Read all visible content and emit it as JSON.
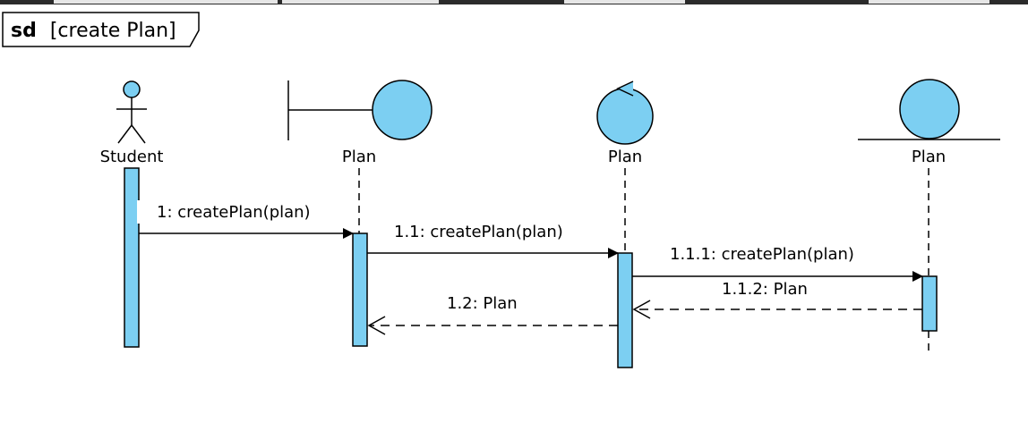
{
  "frame": {
    "keyword": "sd",
    "name": "[create Plan]"
  },
  "colors": {
    "fill": "#7ccff2",
    "stroke": "#000000",
    "topbar": "#2b2b2b",
    "topbar_tab": "#e6e6e6"
  },
  "lifelines": [
    {
      "id": "student",
      "kind": "actor",
      "label": "Student"
    },
    {
      "id": "boundary",
      "kind": "boundary",
      "label": "Plan"
    },
    {
      "id": "control",
      "kind": "control",
      "label": "Plan"
    },
    {
      "id": "entity",
      "kind": "entity",
      "label": "Plan"
    }
  ],
  "messages": [
    {
      "label": "1: createPlan(plan)",
      "type": "sync",
      "from": "student",
      "to": "boundary"
    },
    {
      "label": "1.1: createPlan(plan)",
      "type": "sync",
      "from": "boundary",
      "to": "control"
    },
    {
      "label": "1.1.1: createPlan(plan)",
      "type": "sync",
      "from": "control",
      "to": "entity"
    },
    {
      "label": "1.1.2: Plan",
      "type": "reply",
      "from": "entity",
      "to": "control"
    },
    {
      "label": "1.2: Plan",
      "type": "reply",
      "from": "control",
      "to": "boundary"
    }
  ]
}
